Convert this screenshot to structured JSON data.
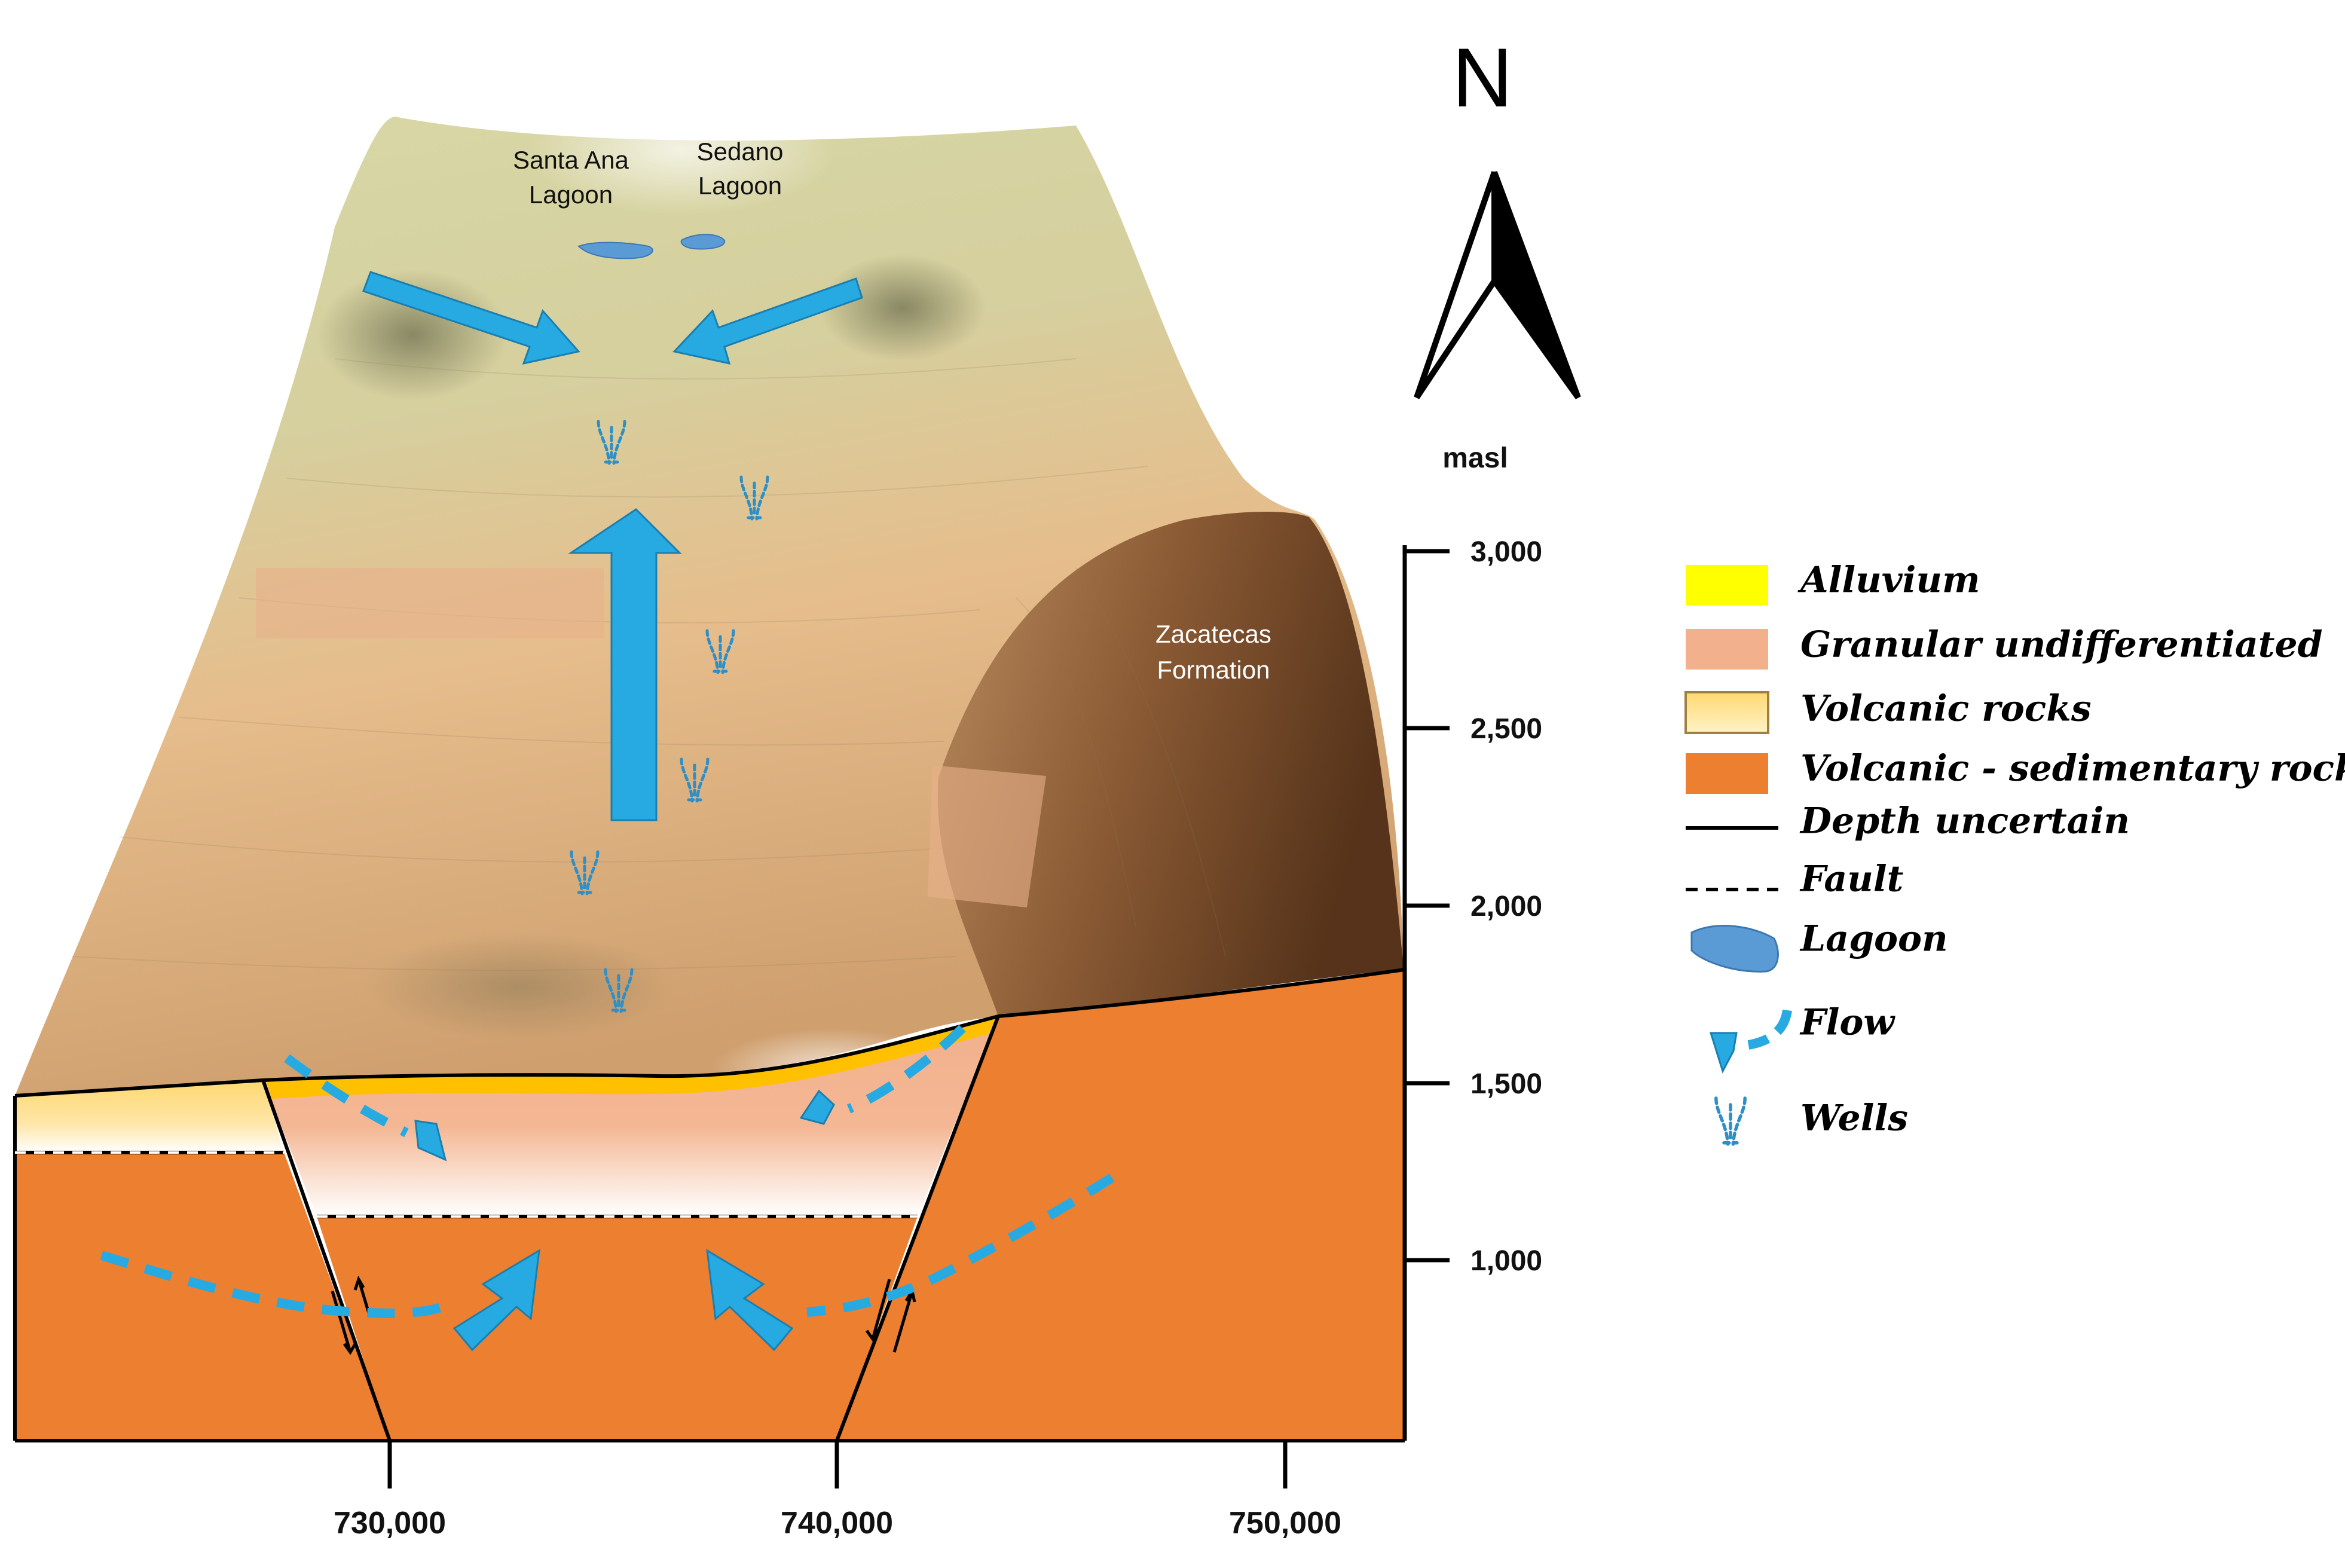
{
  "north_label": "N",
  "elevation_unit": "masl",
  "elevation_ticks": [
    "3,000",
    "2,500",
    "2,000",
    "1,500",
    "1,000"
  ],
  "easting_ticks": [
    "730,000",
    "740,000",
    "750,000"
  ],
  "place_labels": {
    "santa_ana_line1": "Santa Ana",
    "santa_ana_line2": "Lagoon",
    "sedano_line1": "Sedano",
    "sedano_line2": "Lagoon",
    "zacatecas_line1": "Zacatecas",
    "zacatecas_line2": "Formation"
  },
  "legend": [
    {
      "label": "Alluvium",
      "color": "#ffff00"
    },
    {
      "label": "Granular undifferentiated",
      "color": "#f2b08c"
    },
    {
      "label": "Volcanic rocks",
      "color": "#ffd870"
    },
    {
      "label": "Volcanic - sedimentary rocks",
      "color": "#ec7f30"
    },
    {
      "label": "Depth uncertain",
      "color": "#000000"
    },
    {
      "label": "Fault",
      "color": "#000000"
    },
    {
      "label": "Lagoon",
      "color": "#5b9bd5"
    },
    {
      "label": "Flow",
      "color": "#27a9e1"
    },
    {
      "label": "Wells",
      "color": "#2e8fc7"
    }
  ],
  "colors": {
    "flow_blue": "#27a9e1",
    "lagoon_blue": "#5b9bd5",
    "sedimentary_orange": "#ec7f30",
    "granular": "#f2b08c",
    "volcanic": "#ffd870",
    "alluvium": "#ffc000"
  }
}
